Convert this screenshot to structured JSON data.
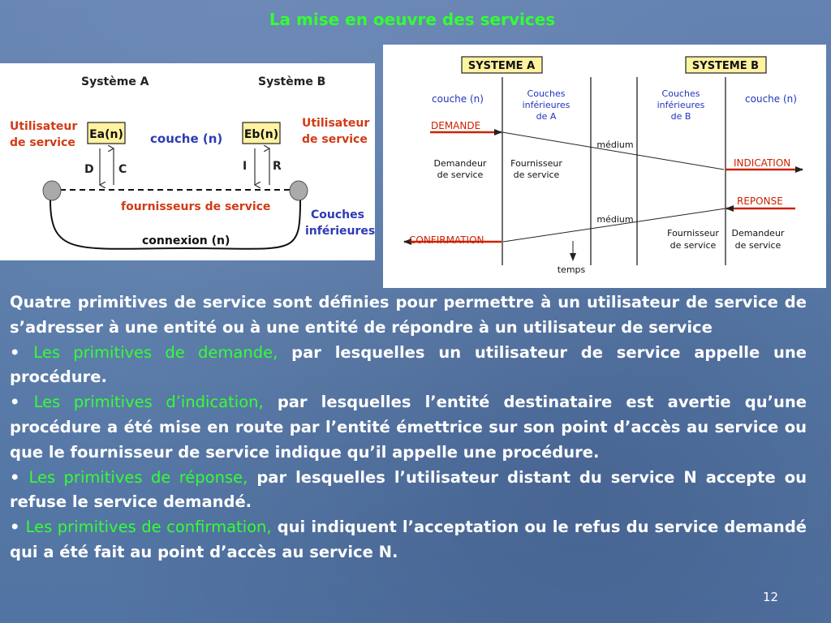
{
  "title": "La mise en oeuvre des services",
  "left_figure": {
    "system_a": "Système A",
    "system_b": "Système B",
    "user_a_line1": "Utilisateur",
    "user_a_line2": "de service",
    "user_b_line1": "Utilisateur",
    "user_b_line2": "de service",
    "entity_a": "Ea(n)",
    "entity_b": "Eb(n)",
    "layer": "couche (n)",
    "arrow_d": "D",
    "arrow_c": "C",
    "arrow_i": "I",
    "arrow_r": "R",
    "providers": "fournisseurs de service",
    "lower_layers_line1": "Couches",
    "lower_layers_line2": "inférieures",
    "connection": "connexion (n)"
  },
  "right_figure": {
    "system_a": "SYSTEME  A",
    "system_b": "SYSTEME  B",
    "layer_left": "couche (n)",
    "layer_right": "couche (n)",
    "lower_a_line1": "Couches",
    "lower_a_line2": "inférieures",
    "lower_a_line3": "de A",
    "lower_b_line1": "Couches",
    "lower_b_line2": "inférieures",
    "lower_b_line3": "de B",
    "demande": "DEMANDE",
    "indication": "INDICATION",
    "reponse": "REPONSE",
    "confirmation": "CONFIRMATION",
    "medium_top": "médium",
    "medium_bottom": "médium",
    "requester_a_line1": "Demandeur",
    "requester_a_line2": "de service",
    "provider_a_line1": "Fournisseur",
    "provider_a_line2": "de service",
    "provider_b_line1": "Fournisseur",
    "provider_b_line2": "de service",
    "requester_b_line1": "Demandeur",
    "requester_b_line2": "de service",
    "time": "temps",
    "colors": {
      "red": "#cc2200",
      "blue": "#2233bb"
    }
  },
  "body": {
    "intro": "Quatre primitives de service sont définies pour permettre à un utilisateur de service de s’adresser à une entité ou à une entité de répondre à un utilisateur de service",
    "items": [
      {
        "bullet": "•",
        "highlight": "Les primitives de demande,",
        "text": "par lesquelles un utilisateur de service appelle une procédure."
      },
      {
        "bullet": "•",
        "highlight": "Les primitives d’indication,",
        "text": "par lesquelles l’entité destinataire est avertie qu’une procédure a été mise en route par l’entité émettrice sur son point d’accès au service ou que le fournisseur de service indique qu’il appelle une procédure."
      },
      {
        "bullet": "•",
        "highlight": "Les primitives de réponse,",
        "text": "par lesquelles l’utilisateur distant du service N accepte ou refuse le service demandé."
      },
      {
        "bullet": "•",
        "highlight": "Les primitives de confirmation,",
        "text": "qui indiquent l’acceptation ou le refus du service demandé qui a été fait au point d’accès au service N."
      }
    ]
  },
  "page_number": "12",
  "colors": {
    "title_green": "#33ff33",
    "text_white": "#ffffff"
  }
}
